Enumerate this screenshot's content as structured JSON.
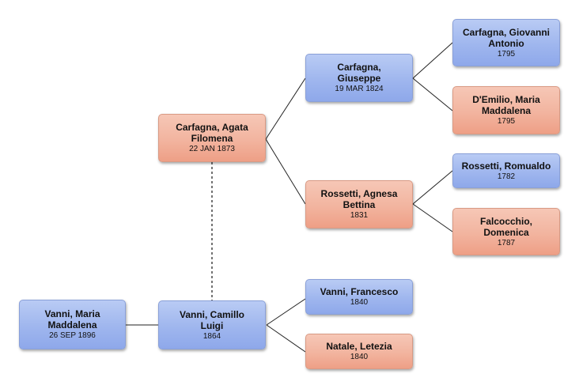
{
  "people": {
    "vanni_maria": {
      "name": "Vanni, Maria Maddalena",
      "date": "26 SEP 1896",
      "sex": "male"
    },
    "vanni_camillo": {
      "name": "Vanni, Camillo Luigi",
      "date": "1864",
      "sex": "male"
    },
    "carfagna_agata": {
      "name": "Carfagna, Agata Filomena",
      "date": "22 JAN 1873",
      "sex": "female"
    },
    "carfagna_giuseppe": {
      "name": "Carfagna, Giuseppe",
      "date": "19 MAR 1824",
      "sex": "male"
    },
    "rossetti_agnesa": {
      "name": "Rossetti, Agnesa Bettina",
      "date": "1831",
      "sex": "female"
    },
    "vanni_francesco": {
      "name": "Vanni, Francesco",
      "date": "1840",
      "sex": "male"
    },
    "natale_letezia": {
      "name": "Natale, Letezia",
      "date": "1840",
      "sex": "female"
    },
    "carfagna_giovanni": {
      "name": "Carfagna, Giovanni Antonio",
      "date": "1795",
      "sex": "male"
    },
    "demilio_maria": {
      "name": "D'Emilio, Maria Maddalena",
      "date": "1795",
      "sex": "female"
    },
    "rossetti_romualdo": {
      "name": "Rossetti, Romualdo",
      "date": "1782",
      "sex": "male"
    },
    "falcocchio_domenica": {
      "name": "Falcocchio, Domenica",
      "date": "1787",
      "sex": "female"
    }
  },
  "colors": {
    "male_fill": "#9fb6ee",
    "female_fill": "#f2b49f",
    "connector": "#222222"
  }
}
